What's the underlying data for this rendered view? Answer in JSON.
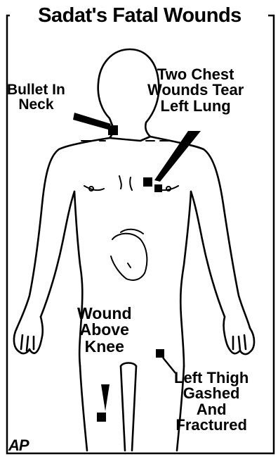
{
  "title": "Sadat's Fatal Wounds",
  "labels": {
    "neck": [
      "Bullet In",
      "Neck"
    ],
    "chest": [
      "Two Chest",
      "Wounds Tear",
      "Left Lung"
    ],
    "knee": [
      "Wound",
      "Above",
      "Knee"
    ],
    "thigh": [
      "Left Thigh",
      "Gashed",
      "And",
      "Fractured"
    ]
  },
  "credit": "AP",
  "colors": {
    "ink": "#000000",
    "paper": "#ffffff"
  },
  "icons": [
    "arrow-icon",
    "wound-marker-icon"
  ]
}
